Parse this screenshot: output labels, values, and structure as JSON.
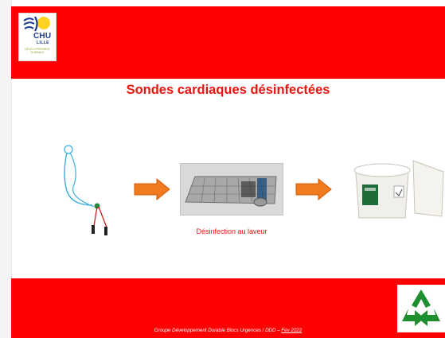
{
  "logo": {
    "name": "CHU",
    "city": "LILLE",
    "program": "DÉVELOPPEMENT DURABLE"
  },
  "slide": {
    "title": "Sondes cardiaques désinfectées",
    "caption": "Désinfection au laveur"
  },
  "footer": {
    "text": "Groupe Développement Durable Blocs Urgences / DDD – ",
    "date": "Fév 2022"
  },
  "colors": {
    "band": "#ff0000",
    "title": "#e8150f",
    "arrow": "#f07a1e",
    "recycle": "#1e8f2e"
  },
  "icons": [
    "cardiac-probe-icon",
    "arrow-right-icon",
    "disinfection-tray-icon",
    "waste-bucket-icon",
    "recycle-icon"
  ]
}
